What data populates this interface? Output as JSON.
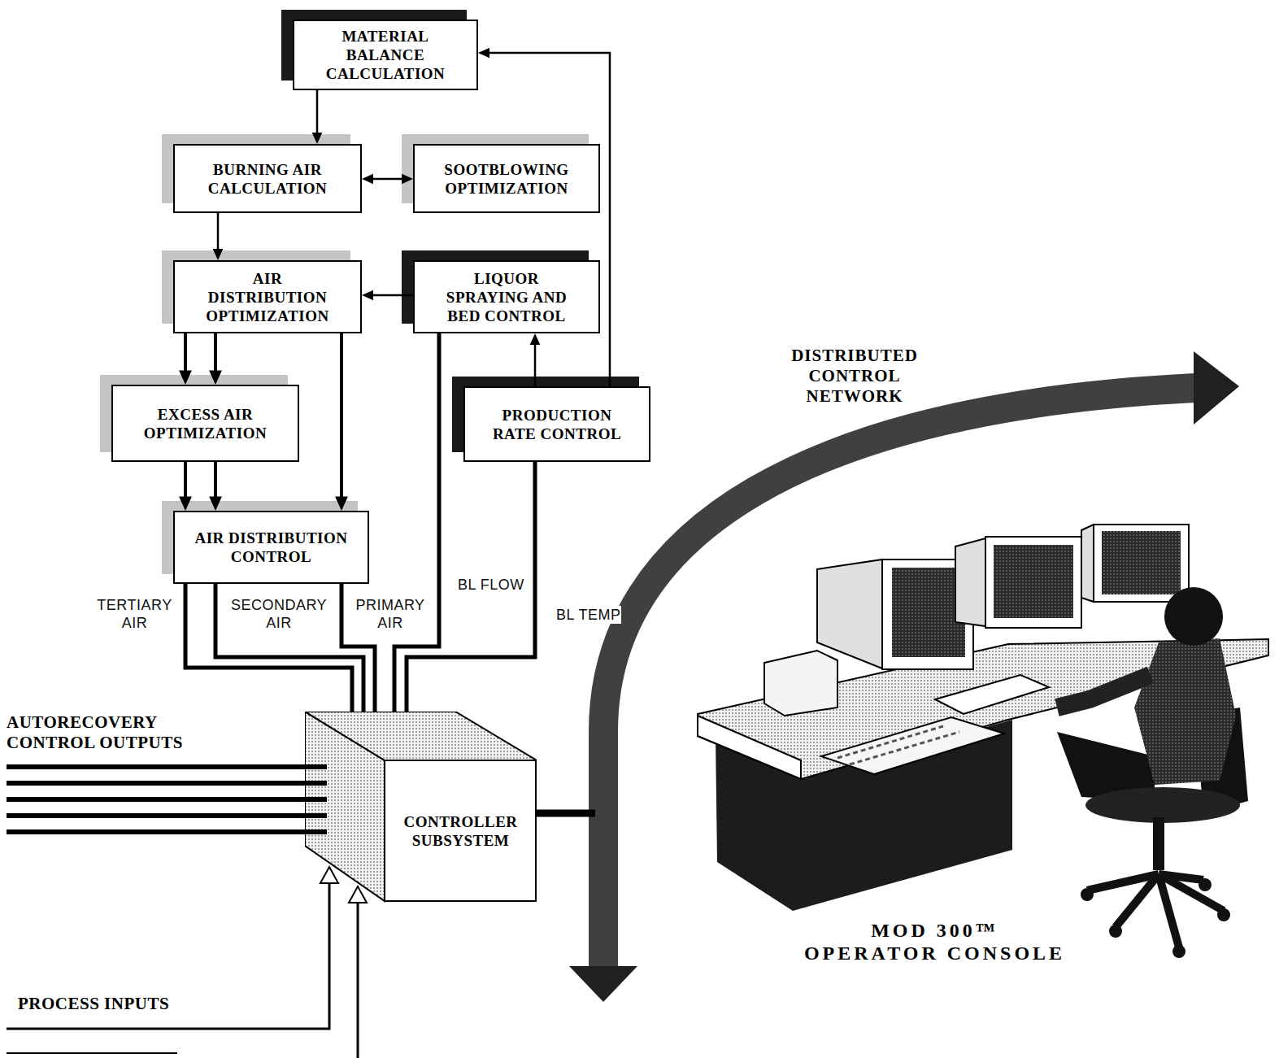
{
  "diagram": {
    "nodes": [
      {
        "text": [
          "MATERIAL BALANCE CALCULATION"
        ]
      },
      {
        "text": [
          "BURNING AIR CALCULATION"
        ]
      },
      {
        "text": [
          "SOOTBLOWING OPTIMIZATION"
        ]
      },
      {
        "text": [
          "AIR DISTRIBUTION OPTIMIZATION"
        ]
      },
      {
        "text": [
          "LIQUOR SPRAYING AND BED CONTROL"
        ]
      },
      {
        "text": [
          "EXCESS AIR OPTIMIZATION"
        ]
      },
      {
        "text": [
          "PRODUCTION RATE CONTROL"
        ]
      },
      {
        "text": [
          "AIR DISTRIBUTION CONTROL"
        ]
      },
      {
        "text": [
          "CONTROLLER SUBSYSTEM"
        ]
      }
    ],
    "edges": [
      {
        "from": 0,
        "to": 1,
        "arrow": "to"
      },
      {
        "from": 1,
        "to": 2,
        "arrow": "both"
      },
      {
        "from": 1,
        "to": 3,
        "arrow": "to"
      },
      {
        "from": 4,
        "to": 3,
        "arrow": "to"
      },
      {
        "from": 3,
        "to": 5,
        "arrow": "to"
      },
      {
        "from": 3,
        "to": 5,
        "arrow": "to"
      },
      {
        "from": 3,
        "to": 7,
        "arrow": "to"
      },
      {
        "from": 5,
        "to": 7,
        "arrow": "to"
      },
      {
        "from": 5,
        "to": 7,
        "arrow": "to"
      },
      {
        "from": 6,
        "to": 4,
        "arrow": "to"
      },
      {
        "from": 6,
        "to": 0,
        "arrow": "to"
      },
      {
        "from": 7,
        "to": 8,
        "label": "TERTIARY AIR",
        "arrow": "none"
      },
      {
        "from": 7,
        "to": 8,
        "label": "SECONDARY AIR",
        "arrow": "none"
      },
      {
        "from": 7,
        "to": 8,
        "label": "PRIMARY AIR",
        "arrow": "none"
      },
      {
        "from": 4,
        "to": 8,
        "label": "BL FLOW",
        "arrow": "none"
      },
      {
        "from": 6,
        "to": 8,
        "label": "BL TEMP",
        "arrow": "none"
      }
    ],
    "labels": [
      "AUTORECOVERY CONTROL OUTPUTS",
      "PROCESS INPUTS",
      "DISTRIBUTED CONTROL NETWORK",
      "MOD 300™ OPERATOR CONSOLE"
    ]
  }
}
